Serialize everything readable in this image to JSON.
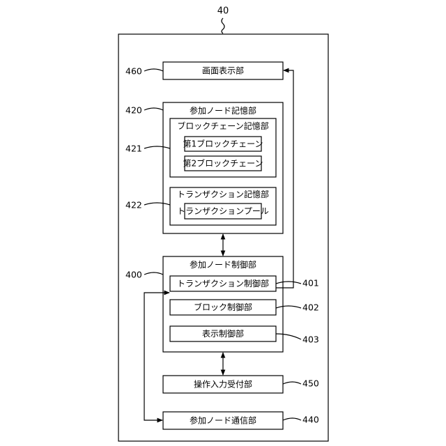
{
  "device_ref": "40",
  "units": {
    "screen_display": {
      "label": "画面表示部",
      "ref": "460"
    },
    "participant_node_storage": {
      "label": "参加ノード記憶部",
      "ref": "420"
    },
    "blockchain_storage": {
      "label": "ブロックチェーン記憶部",
      "ref": "421"
    },
    "first_blockchain": {
      "label": "第1ブロックチェーン"
    },
    "second_blockchain": {
      "label": "第2ブロックチェーン"
    },
    "transaction_storage": {
      "label": "トランザクション記憶部",
      "ref": "422"
    },
    "transaction_pool": {
      "label": "トランザクションプール"
    },
    "participant_node_control": {
      "label": "参加ノード制御部",
      "ref": "400"
    },
    "transaction_control": {
      "label": "トランザクション制御部",
      "ref": "401"
    },
    "block_control": {
      "label": "ブロック制御部",
      "ref": "402"
    },
    "display_control": {
      "label": "表示制御部",
      "ref": "403"
    },
    "operation_input": {
      "label": "操作入力受付部",
      "ref": "450"
    },
    "participant_node_comm": {
      "label": "参加ノード通信部",
      "ref": "440"
    }
  }
}
